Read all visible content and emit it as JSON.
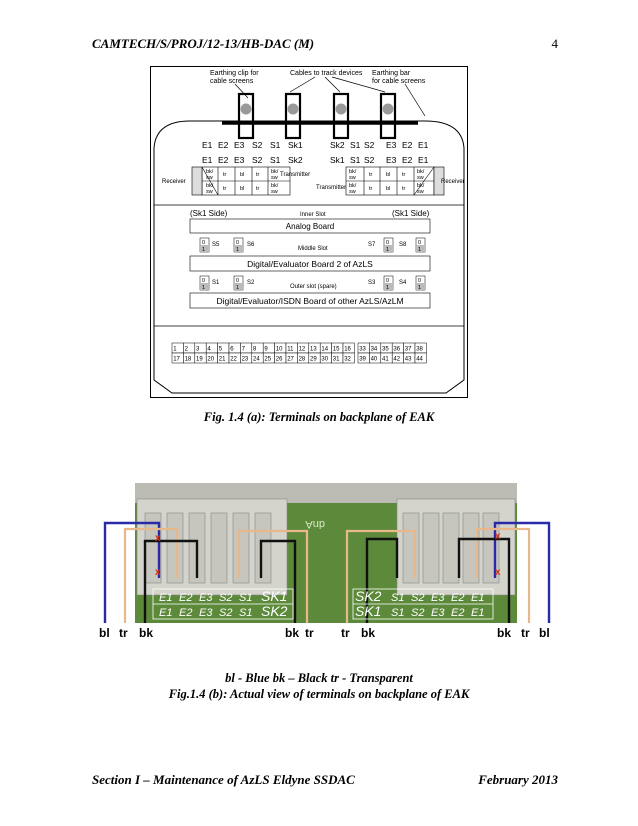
{
  "header": {
    "doc_ref": "CAMTECH/S/PROJ/12-13/HB-DAC (M)",
    "page_number": "4"
  },
  "figure_a": {
    "caption": "Fig. 1.4 (a): Terminals on backplane of EAK",
    "callouts": {
      "earthing_clip": [
        "Earthing clip for",
        "cable screens"
      ],
      "cables": "Cables to track devices",
      "earthing_bar": [
        "Earthing bar",
        "for cable screens"
      ]
    },
    "top_row_left": [
      "E1",
      "E2",
      "E3",
      "S2",
      "S1",
      "Sk1"
    ],
    "top_row_right": [
      "Sk2",
      "S1",
      "S2",
      "E3",
      "E2",
      "E1"
    ],
    "row2_left": [
      "E1",
      "E2",
      "E3",
      "S2",
      "S1",
      "Sk2"
    ],
    "row2_right": [
      "Sk1",
      "S1",
      "S2",
      "E3",
      "E2",
      "E1"
    ],
    "receiver": "Receiver",
    "transmitter": "Transmitter",
    "wire_codes": {
      "bksw_top": "bk/",
      "bksw_bot": "sw",
      "tr": "tr",
      "bl": "bl"
    },
    "sk1_side": "(Sk1 Side)",
    "inner_slot": "Inner Slot",
    "analog_board": "Analog Board",
    "middle_slot": "Middle Slot",
    "board2": "Digital/Evaluator Board 2 of AzLS",
    "outer_slot": "Outer slot (spare)",
    "board3": "Digital/Evaluator/ISDN Board of other AzLS/AzLM",
    "switch_labels": [
      "S5",
      "S6",
      "S7",
      "S8",
      "S1",
      "S2",
      "S3",
      "S4"
    ],
    "switch_bits": [
      "0",
      "1"
    ],
    "terminal_blocks": [
      {
        "top": [
          "1",
          "2",
          "3",
          "4",
          "5",
          "6",
          "7",
          "8",
          "9",
          "10"
        ],
        "bottom": [
          "17",
          "18",
          "19",
          "20",
          "21",
          "22",
          "23",
          "24",
          "25",
          "26"
        ]
      },
      {
        "top": [
          "11",
          "12",
          "13",
          "14",
          "15",
          "16"
        ],
        "bottom": [
          "27",
          "28",
          "29",
          "30",
          "31",
          "32"
        ]
      },
      {
        "top": [
          "33",
          "34",
          "35",
          "36",
          "37",
          "38"
        ],
        "bottom": [
          "39",
          "40",
          "41",
          "42",
          "43",
          "44"
        ]
      }
    ]
  },
  "figure_b": {
    "legend": "bl - Blue    bk – Black   tr - Transparent",
    "caption": "Fig.1.4 (b): Actual view of terminals on backplane of EAK",
    "board_text": "dnA",
    "strip_left_top": [
      "E1",
      "E2",
      "E3",
      "S2",
      "S1",
      "SK1"
    ],
    "strip_left_bottom": [
      "E1",
      "E2",
      "E3",
      "S2",
      "S1",
      "SK2"
    ],
    "strip_right_top": [
      "SK2",
      "S1",
      "S2",
      "E3",
      "E2",
      "E1"
    ],
    "strip_right_bottom": [
      "SK1",
      "S1",
      "S2",
      "E3",
      "E2",
      "E1"
    ],
    "wire_labels_left": [
      "bl",
      "tr",
      "bk"
    ],
    "wire_labels_mid_left": [
      "bk",
      "tr"
    ],
    "wire_labels_mid_right": [
      "tr",
      "bk"
    ],
    "wire_labels_right": [
      "bk",
      "tr",
      "bl"
    ],
    "colors": {
      "blue": "#2a2aa8",
      "black": "#111111",
      "transparent": "#e8b88a",
      "board": "#5c8a3a",
      "marker": "#d03010"
    }
  },
  "footer": {
    "section": "Section I – Maintenance of AzLS Eldyne SSDAC",
    "date": "February 2013"
  }
}
